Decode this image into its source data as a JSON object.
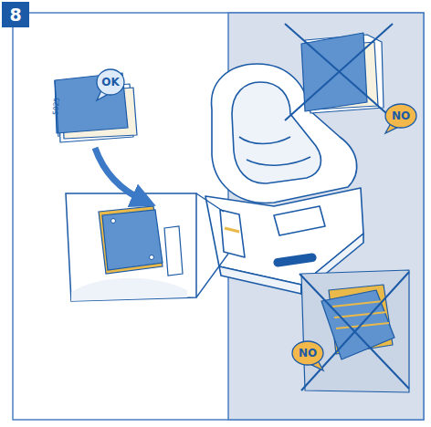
{
  "diagram": {
    "nodes": [
      {
        "text": [
          "8"
        ]
      },
      {
        "text": [
          "OK"
        ]
      },
      {
        "text": [
          "NO"
        ]
      },
      {
        "text": [
          "NO"
        ]
      }
    ],
    "labels": [
      "5025"
    ]
  }
}
